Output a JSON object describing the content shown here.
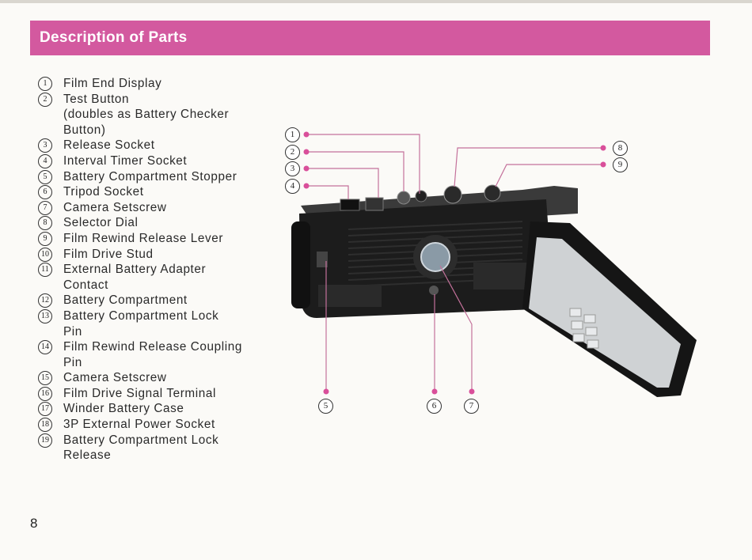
{
  "header": {
    "title": "Description of Parts",
    "color": "#d3599f"
  },
  "parts": [
    {
      "num": "1",
      "name": "Film End Display"
    },
    {
      "num": "2",
      "name": "Test Button\n(doubles as Battery Checker\nButton)"
    },
    {
      "num": "3",
      "name": "Release Socket"
    },
    {
      "num": "4",
      "name": "Interval Timer Socket"
    },
    {
      "num": "5",
      "name": "Battery Compartment Stopper"
    },
    {
      "num": "6",
      "name": "Tripod Socket"
    },
    {
      "num": "7",
      "name": "Camera Setscrew"
    },
    {
      "num": "8",
      "name": "Selector Dial"
    },
    {
      "num": "9",
      "name": "Film Rewind Release Lever"
    },
    {
      "num": "10",
      "name": "Film Drive Stud"
    },
    {
      "num": "11",
      "name": "External Battery Adapter\nContact"
    },
    {
      "num": "12",
      "name": "Battery Compartment"
    },
    {
      "num": "13",
      "name": "Battery Compartment Lock\nPin"
    },
    {
      "num": "14",
      "name": "Film Rewind Release Coupling\nPin"
    },
    {
      "num": "15",
      "name": "Camera Setscrew"
    },
    {
      "num": "16",
      "name": "Film Drive Signal Terminal"
    },
    {
      "num": "17",
      "name": "Winder Battery Case"
    },
    {
      "num": "18",
      "name": "3P External Power Socket"
    },
    {
      "num": "19",
      "name": "Battery Compartment Lock\nRelease"
    }
  ],
  "callouts": {
    "c1": "1",
    "c2": "2",
    "c3": "3",
    "c4": "4",
    "c5": "5",
    "c6": "6",
    "c7": "7",
    "c8": "8",
    "c9": "9"
  },
  "page_number": "8",
  "accent_color": "#d3599f"
}
